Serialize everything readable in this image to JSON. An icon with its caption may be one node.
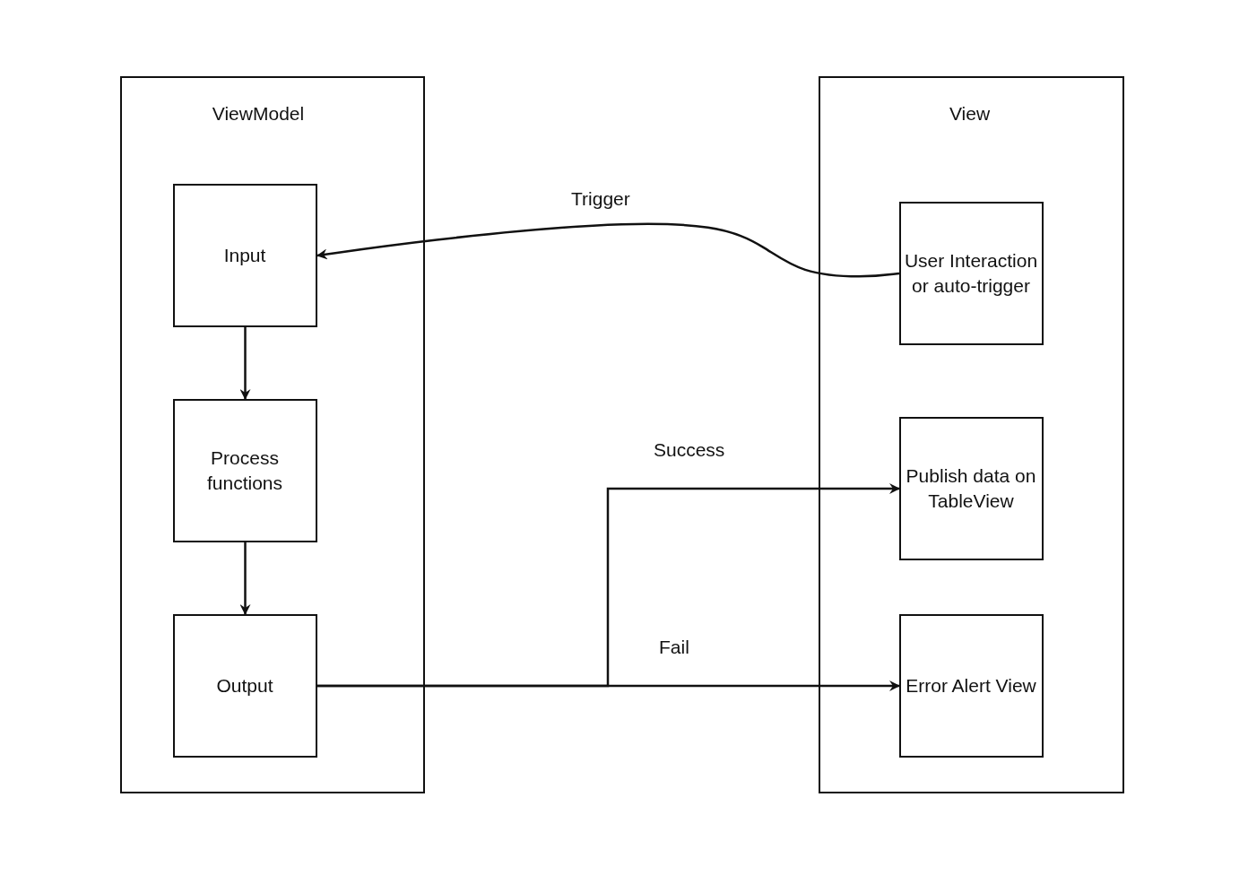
{
  "diagram": {
    "nodes": [
      {
        "text": [
          "ViewModel"
        ]
      },
      {
        "text": [
          "Input"
        ],
        "in": 0
      },
      {
        "text": [
          "Process functions"
        ],
        "in": 0
      },
      {
        "text": [
          "Output"
        ],
        "in": 0
      },
      {
        "text": [
          "View"
        ]
      },
      {
        "text": [
          "User Interaction or auto-trigger"
        ],
        "in": 4
      },
      {
        "text": [
          "Publish data on TableView"
        ],
        "in": 4
      },
      {
        "text": [
          "Error Alert View"
        ],
        "in": 4
      }
    ],
    "edges": [
      {
        "from": 5,
        "to": 1,
        "arrow": "to",
        "label": "Trigger"
      },
      {
        "from": 1,
        "to": 2,
        "arrow": "to"
      },
      {
        "from": 2,
        "to": 3,
        "arrow": "to"
      },
      {
        "from": 3,
        "to": 6,
        "arrow": "to",
        "label": "Success"
      },
      {
        "from": 3,
        "to": 7,
        "arrow": "to",
        "label": "Fail"
      }
    ]
  }
}
